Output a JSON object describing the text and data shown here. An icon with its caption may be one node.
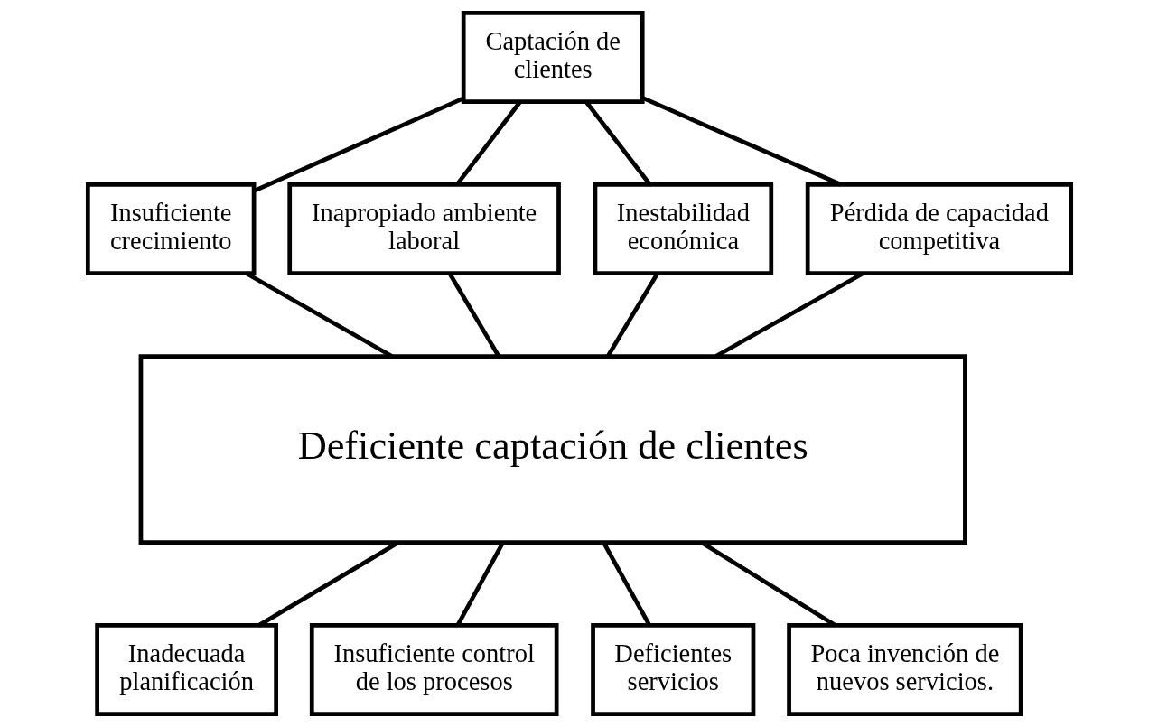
{
  "diagram": {
    "nodes": [
      {
        "text": [
          "Captación de clientes"
        ]
      },
      {
        "text": [
          "Insuficiente crecimiento"
        ]
      },
      {
        "text": [
          "Inapropiado ambiente laboral"
        ]
      },
      {
        "text": [
          "Inestabilidad económica"
        ]
      },
      {
        "text": [
          "Pérdida de capacidad competitiva"
        ]
      },
      {
        "text": [
          "Deficiente captación de clientes"
        ]
      },
      {
        "text": [
          "Inadecuada planificación"
        ]
      },
      {
        "text": [
          "Insuficiente control de los procesos"
        ]
      },
      {
        "text": [
          "Deficientes servicios"
        ]
      },
      {
        "text": [
          "Poca invención de nuevos servicios."
        ]
      }
    ],
    "edges": [
      {
        "from": 0,
        "to": 1,
        "arrow": "none"
      },
      {
        "from": 0,
        "to": 2,
        "arrow": "none"
      },
      {
        "from": 0,
        "to": 3,
        "arrow": "none"
      },
      {
        "from": 0,
        "to": 4,
        "arrow": "none"
      },
      {
        "from": 1,
        "to": 5,
        "arrow": "none"
      },
      {
        "from": 2,
        "to": 5,
        "arrow": "none"
      },
      {
        "from": 3,
        "to": 5,
        "arrow": "none"
      },
      {
        "from": 4,
        "to": 5,
        "arrow": "none"
      },
      {
        "from": 5,
        "to": 6,
        "arrow": "none"
      },
      {
        "from": 5,
        "to": 7,
        "arrow": "none"
      },
      {
        "from": 5,
        "to": 8,
        "arrow": "none"
      },
      {
        "from": 5,
        "to": 9,
        "arrow": "none"
      }
    ]
  }
}
